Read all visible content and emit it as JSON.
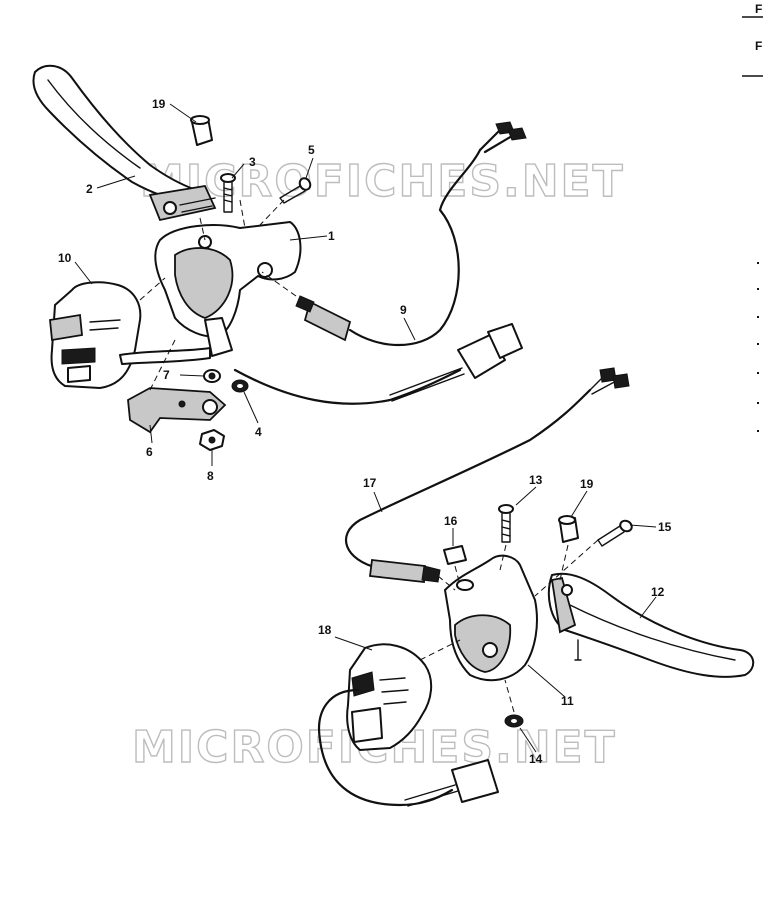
{
  "watermark": "MICROFICHES.NET",
  "part_numbers": {
    "p1": "1",
    "p2": "2",
    "p3": "3",
    "p4": "4",
    "p5": "5",
    "p6": "6",
    "p7": "7",
    "p8": "8",
    "p9": "9",
    "p10": "10",
    "p11": "11",
    "p12": "12",
    "p13": "13",
    "p14": "14",
    "p15": "15",
    "p16": "16",
    "p17": "17",
    "p18": "18",
    "p19a": "19",
    "p19b": "19"
  },
  "edge_marks": {
    "top": "F",
    "second": "F"
  }
}
